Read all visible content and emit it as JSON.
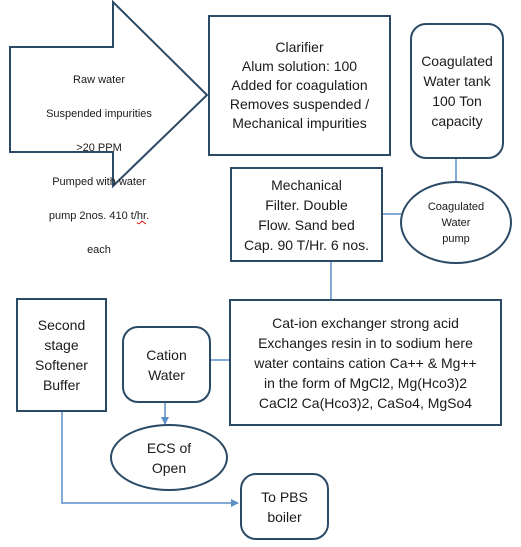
{
  "raw_water": {
    "line1": "Raw water",
    "line2": "Suspended impurities",
    "line3": ">20 PPM",
    "line4": "Pumped with water",
    "line5_pre": "pump 2nos. 410 t/",
    "line5_flag": "hr",
    "line5_post": ".",
    "line6": "each"
  },
  "clarifier": "Clarifier\nAlum solution: 100\nAdded for coagulation\nRemoves suspended /\nMechanical impurities",
  "coag_tank": "Coagulated\nWater tank\n100 Ton\ncapacity",
  "mech_filter": "Mechanical\nFilter. Double\nFlow. Sand bed\nCap. 90 T/Hr. 6 nos.",
  "coag_pump": "Coagulated\nWater\npump",
  "cation_exchanger": "Cat-ion exchanger strong acid\nExchanges resin in to sodium here\nwater contains cation Ca++ & Mg++\nin the form of MgCl2, Mg(Hco3)2\nCaCl2 Ca(Hco3)2, CaSo4, MgSo4",
  "cation_water": "Cation\nWater",
  "second_stage": "Second\nstage\nSoftener\nBuffer",
  "ecs": "ECS of\nOpen",
  "pbs": "To PBS\nboiler",
  "colors": {
    "border": "#2b4a66",
    "connector": "#5b8fc7"
  }
}
